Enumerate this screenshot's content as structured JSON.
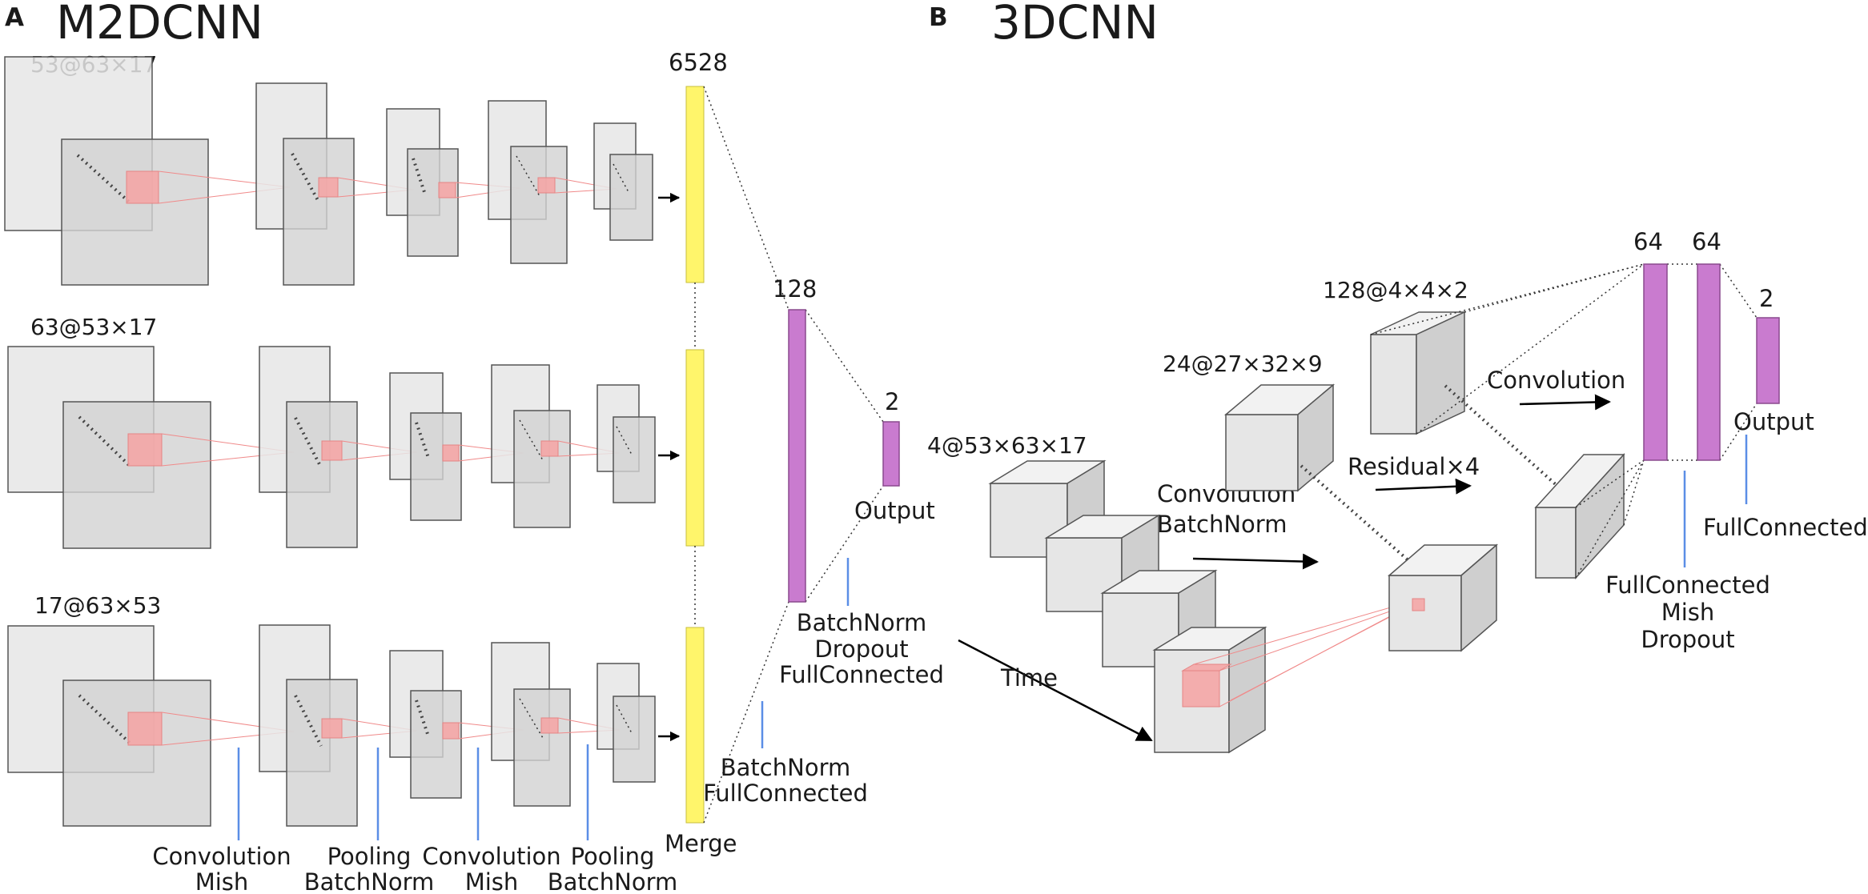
{
  "panel_a": {
    "letter": "A",
    "title": "M2DCNN",
    "branches": [
      {
        "dims": "53@63×17"
      },
      {
        "dims": "63@53×17"
      },
      {
        "dims": "17@63×53"
      }
    ],
    "merge_size": "6528",
    "hidden_size": "128",
    "output_size": "2",
    "output_label": "Output",
    "merge_label": "Merge",
    "layer_labels": [
      {
        "line1": "Convolution",
        "line2": "Mish"
      },
      {
        "line1": "Pooling",
        "line2": "BatchNorm"
      },
      {
        "line1": "Convolution",
        "line2": "Mish"
      },
      {
        "line1": "Pooling",
        "line2": "BatchNorm"
      }
    ],
    "merge_fc_label": {
      "line1": "BatchNorm",
      "line2": "FullConnected"
    },
    "hidden_fc_label": {
      "line1": "BatchNorm",
      "line2": "Dropout",
      "line3": "FullConnected"
    }
  },
  "panel_b": {
    "letter": "B",
    "title": "3DCNN",
    "input_dims": "4@53×63×17",
    "time_label": "Time",
    "conv_label": {
      "line1": "Convolution",
      "line2": "BatchNorm"
    },
    "mid_dims": "24@27×32×9",
    "residual_label": "Residual×4",
    "deep_dims": "128@4×4×2",
    "conv2_label": "Convolution",
    "fc1_size": "64",
    "fc2_size": "64",
    "output_size": "2",
    "output_label": "Output",
    "fc_mish_label": {
      "line1": "FullConnected",
      "line2": "Mish",
      "line3": "Dropout"
    },
    "fc_label": "FullConnected"
  },
  "colors": {
    "feature_map": "#e6e6e6",
    "kernel": "#f4a6a6",
    "merge_vector": "#fff56b",
    "dense_vector": "#c97bcf",
    "layer_marker": "#5b8ee6"
  }
}
